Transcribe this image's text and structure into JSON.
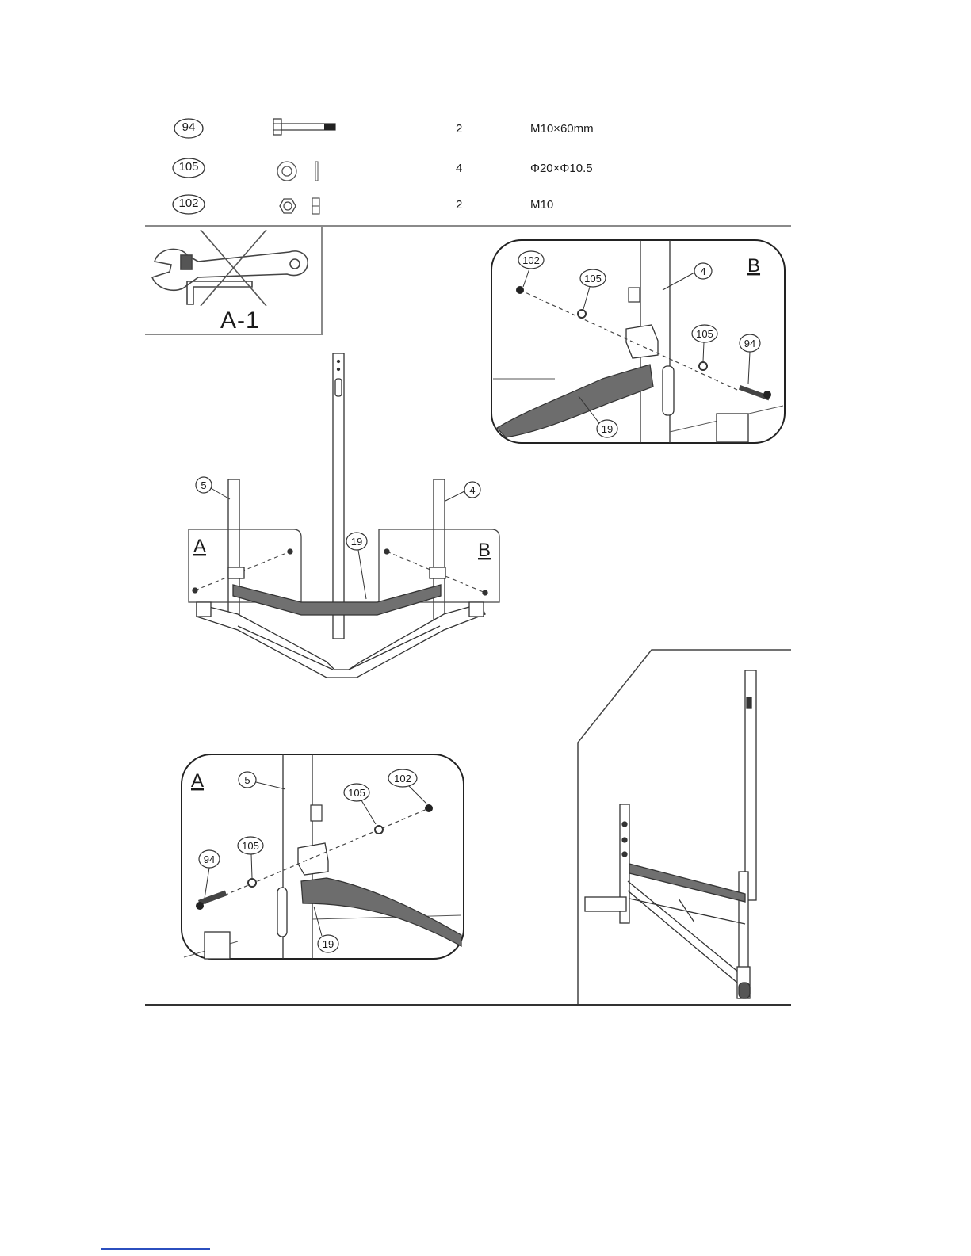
{
  "parts": [
    {
      "id": "94",
      "qty": "2",
      "spec": "M10×60mm",
      "icon": "bolt-icon"
    },
    {
      "id": "105",
      "qty": "4",
      "spec": "Φ20×Φ10.5",
      "icon": "washer-icon"
    },
    {
      "id": "102",
      "qty": "2",
      "spec": "M10",
      "icon": "nut-icon"
    }
  ],
  "tool_inset": {
    "label": "A-1",
    "icon": "wrench-crossed-icon"
  },
  "detail_b": {
    "title": "B",
    "callouts": {
      "nut": "102",
      "washer_left": "105",
      "tube": "4",
      "washer_right": "105",
      "bolt": "94",
      "crossbar": "19"
    }
  },
  "detail_a": {
    "title": "A",
    "callouts": {
      "tube": "5",
      "washer_top": "105",
      "nut": "102",
      "bolt": "94",
      "washer_left": "105",
      "crossbar": "19"
    }
  },
  "main_assembly": {
    "callouts": {
      "left_post": "5",
      "right_post": "4",
      "crossbar": "19"
    },
    "zone_left": "A",
    "zone_right": "B"
  }
}
